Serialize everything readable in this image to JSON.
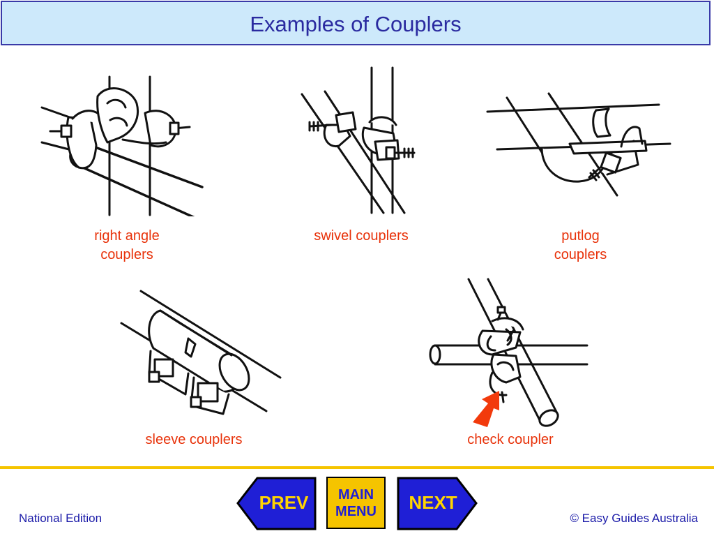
{
  "title": "Examples of Couplers",
  "captions": {
    "right_angle": [
      "right angle",
      "couplers"
    ],
    "swivel": "swivel couplers",
    "putlog": [
      "putlog",
      "couplers"
    ],
    "sleeve": "sleeve couplers",
    "check": "check coupler"
  },
  "nav": {
    "prev": "PREV",
    "main_menu": [
      "MAIN",
      "MENU"
    ],
    "next": "NEXT"
  },
  "footer": {
    "edition": "National Edition",
    "copyright": "© Easy Guides Australia"
  },
  "colors": {
    "title_bg": "#cde9fb",
    "title_text": "#2a2aa0",
    "caption": "#e8320a",
    "accent_line": "#f5c400",
    "nav_blue": "#1f1fd6",
    "menu_gold": "#f5c400",
    "arrow_red": "#f23a0c"
  },
  "icons": {
    "prev": "left-arrow-button",
    "next": "right-arrow-button",
    "check_pointer": "red-arrow-icon"
  }
}
